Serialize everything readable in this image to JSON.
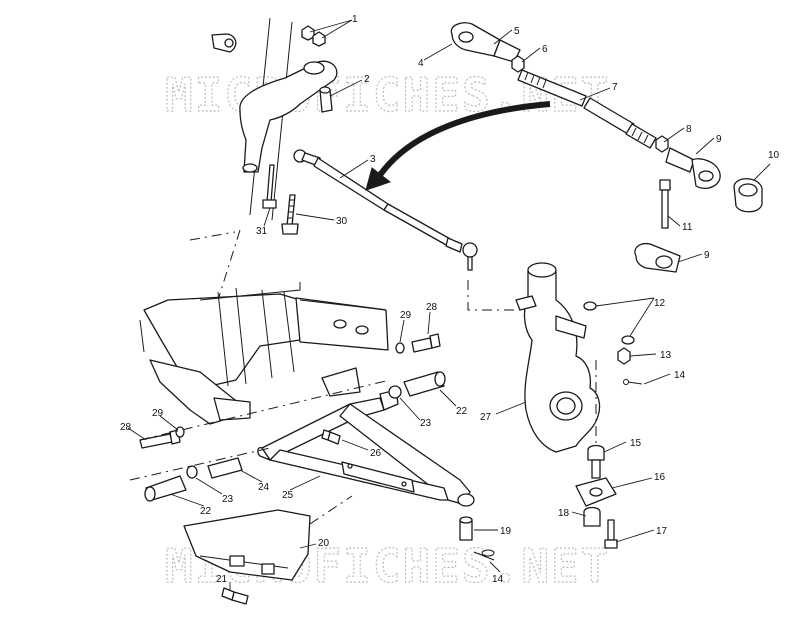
{
  "watermarks": [
    "MICROFICHES.NET",
    "MICROFICHES.NET"
  ],
  "callouts": [
    "1",
    "2",
    "3",
    "4",
    "5",
    "6",
    "7",
    "8",
    "9",
    "10",
    "9",
    "11",
    "12",
    "13",
    "14",
    "27",
    "30",
    "31",
    "28",
    "29",
    "28",
    "29",
    "22",
    "23",
    "26",
    "25",
    "24",
    "23",
    "22",
    "15",
    "16",
    "18",
    "17",
    "19",
    "14",
    "20",
    "21"
  ]
}
